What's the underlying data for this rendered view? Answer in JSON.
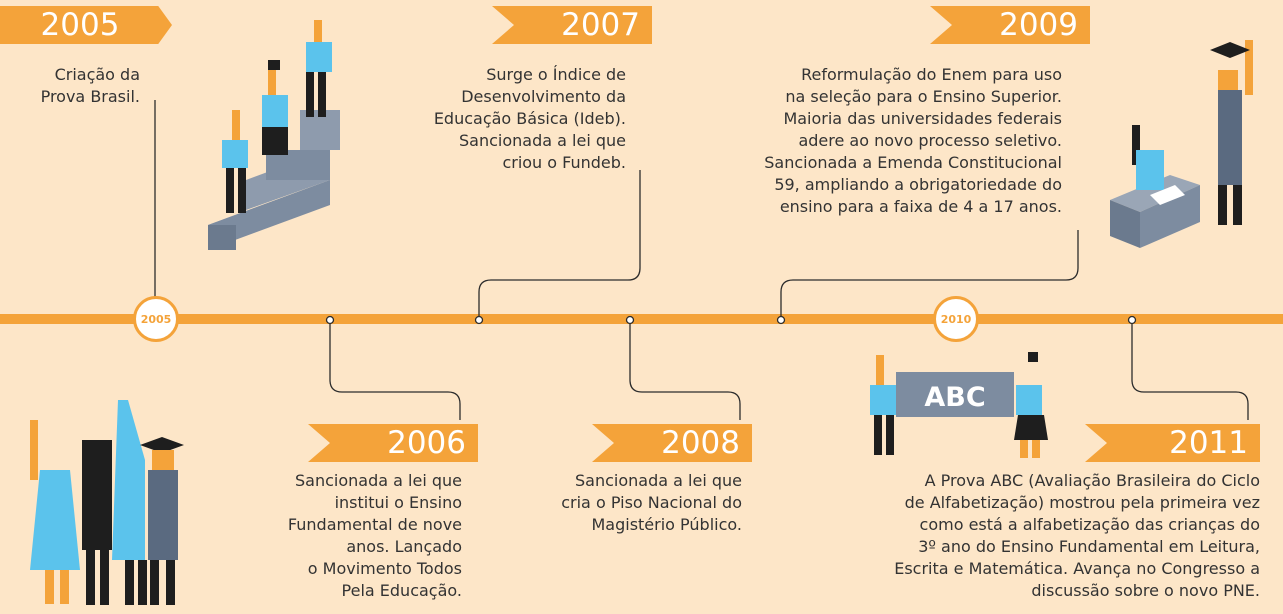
{
  "events": [
    {
      "year": "2005",
      "text": [
        "Criação da",
        "Prova Brasil."
      ]
    },
    {
      "year": "2006",
      "text": [
        "Sancionada a lei que",
        "institui o Ensino",
        "Fundamental de nove",
        "anos. Lançado",
        "o Movimento Todos",
        "Pela Educação."
      ]
    },
    {
      "year": "2007",
      "text": [
        "Surge o Índice de",
        "Desenvolvimento da",
        "Educação Básica (Ideb).",
        "Sancionada a lei que",
        "criou o Fundeb."
      ]
    },
    {
      "year": "2008",
      "text": [
        "Sancionada a lei que",
        "cria o Piso Nacional do",
        "Magistério Público."
      ]
    },
    {
      "year": "2009",
      "text": [
        "Reformulação do Enem para uso",
        "na seleção para o Ensino Superior.",
        "Maioria das universidades federais",
        "adere ao novo processo seletivo.",
        "Sancionada a Emenda Constitucional",
        "59, ampliando a obrigatoriedade do",
        "ensino para a faixa de 4 a 17 anos."
      ]
    },
    {
      "year": "2011",
      "text": [
        "A Prova ABC (Avaliação Brasileira do Ciclo",
        "de Alfabetização) mostrou pela primeira vez",
        "como está a alfabetização das crianças do",
        "3º ano do Ensino Fundamental em Leitura,",
        "Escrita e Matemática. Avança no Congresso a",
        "discussão sobre o novo PNE."
      ]
    }
  ],
  "timeline_markers": [
    "2005",
    "2010"
  ],
  "sign_text": "ABC",
  "colors": {
    "background": "#fde6c8",
    "accent": "#f4a33a",
    "figure_blue": "#5bc3ec",
    "figure_dark": "#1e1e1e",
    "block_gray": "#7d8ca0"
  }
}
